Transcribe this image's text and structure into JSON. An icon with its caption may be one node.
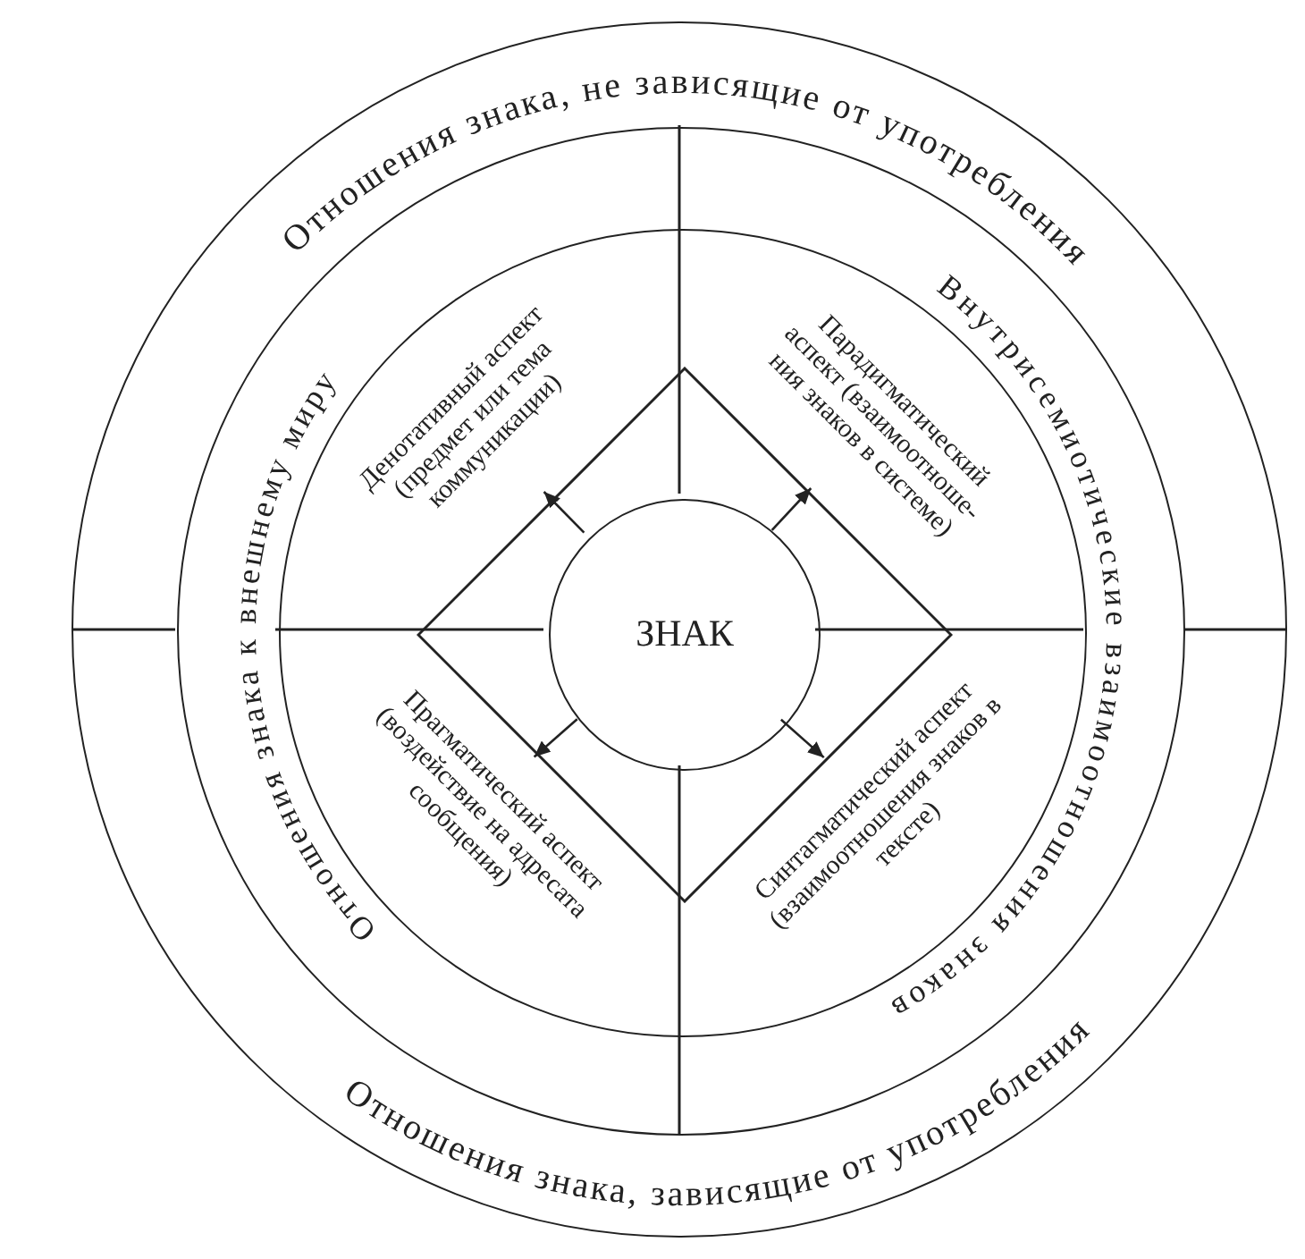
{
  "diagram": {
    "nodes": [
      {
        "text": [],
        "shape": "circle"
      },
      {
        "text": [
          "Отношения знака, не зависящие от употребления"
        ],
        "in": 0
      },
      {
        "text": [
          "Отношения знака, зависящие от употребления"
        ],
        "in": 0
      },
      {
        "text": [],
        "shape": "circle",
        "in": 0
      },
      {
        "text": [
          "Отношения знака к внешнему миру"
        ],
        "in": 3
      },
      {
        "text": [
          "Внутрисемиотические взаимоотношения знаков"
        ],
        "in": 3
      },
      {
        "text": [],
        "shape": "circle",
        "in": 3
      },
      {
        "text": [
          "Денотативный аспект (предмет или тема коммуникации)"
        ],
        "in": 6
      },
      {
        "text": [
          "Парадигматический аспект (взаимоотноше-ния знаков в системе)"
        ],
        "in": 6
      },
      {
        "text": [
          "Прагматический аспект (воздействие на адресата сообщения)"
        ],
        "in": 6
      },
      {
        "text": [
          "Синтагматический аспект (взаимоотношения знаков в тексте)"
        ],
        "in": 6
      },
      {
        "text": [],
        "shape": "diamond",
        "in": 6
      },
      {
        "text": [
          "ЗНАК"
        ],
        "in": 11
      }
    ],
    "edges": [
      {
        "from": 12,
        "to": 7,
        "arrow": "to"
      },
      {
        "from": 12,
        "to": 8,
        "arrow": "to"
      },
      {
        "from": 12,
        "to": 9,
        "arrow": "to"
      },
      {
        "from": 12,
        "to": 10,
        "arrow": "to"
      }
    ]
  }
}
